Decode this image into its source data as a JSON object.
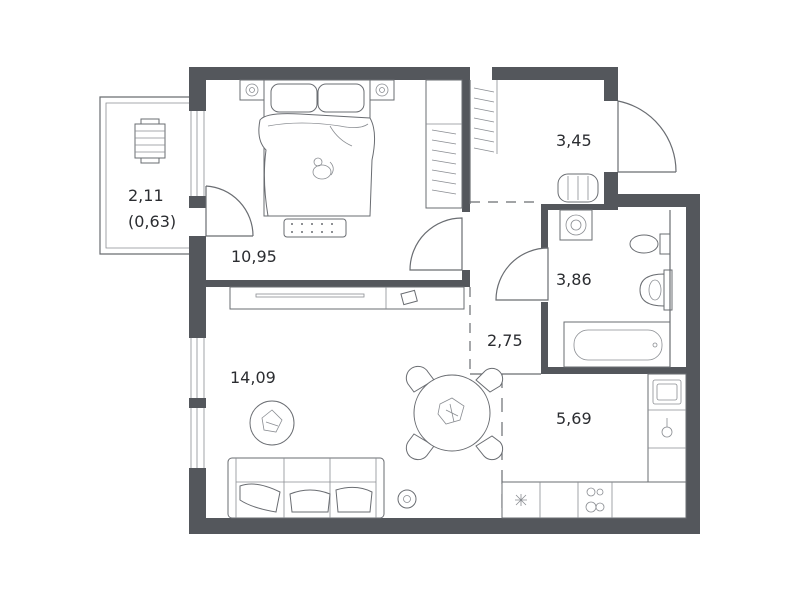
{
  "plan": {
    "rooms": [
      {
        "id": "balcony",
        "area": "2,11",
        "area_note": "(0,63)"
      },
      {
        "id": "bedroom",
        "area": "10,95"
      },
      {
        "id": "wardrobe",
        "area": "3,45"
      },
      {
        "id": "bathroom",
        "area": "3,86"
      },
      {
        "id": "hallway",
        "area": "2,75"
      },
      {
        "id": "living",
        "area": "14,09"
      },
      {
        "id": "kitchen",
        "area": "5,69"
      }
    ],
    "colors": {
      "wall": "#54575c",
      "line": "#6a6d72",
      "text": "#2b2d31"
    }
  }
}
